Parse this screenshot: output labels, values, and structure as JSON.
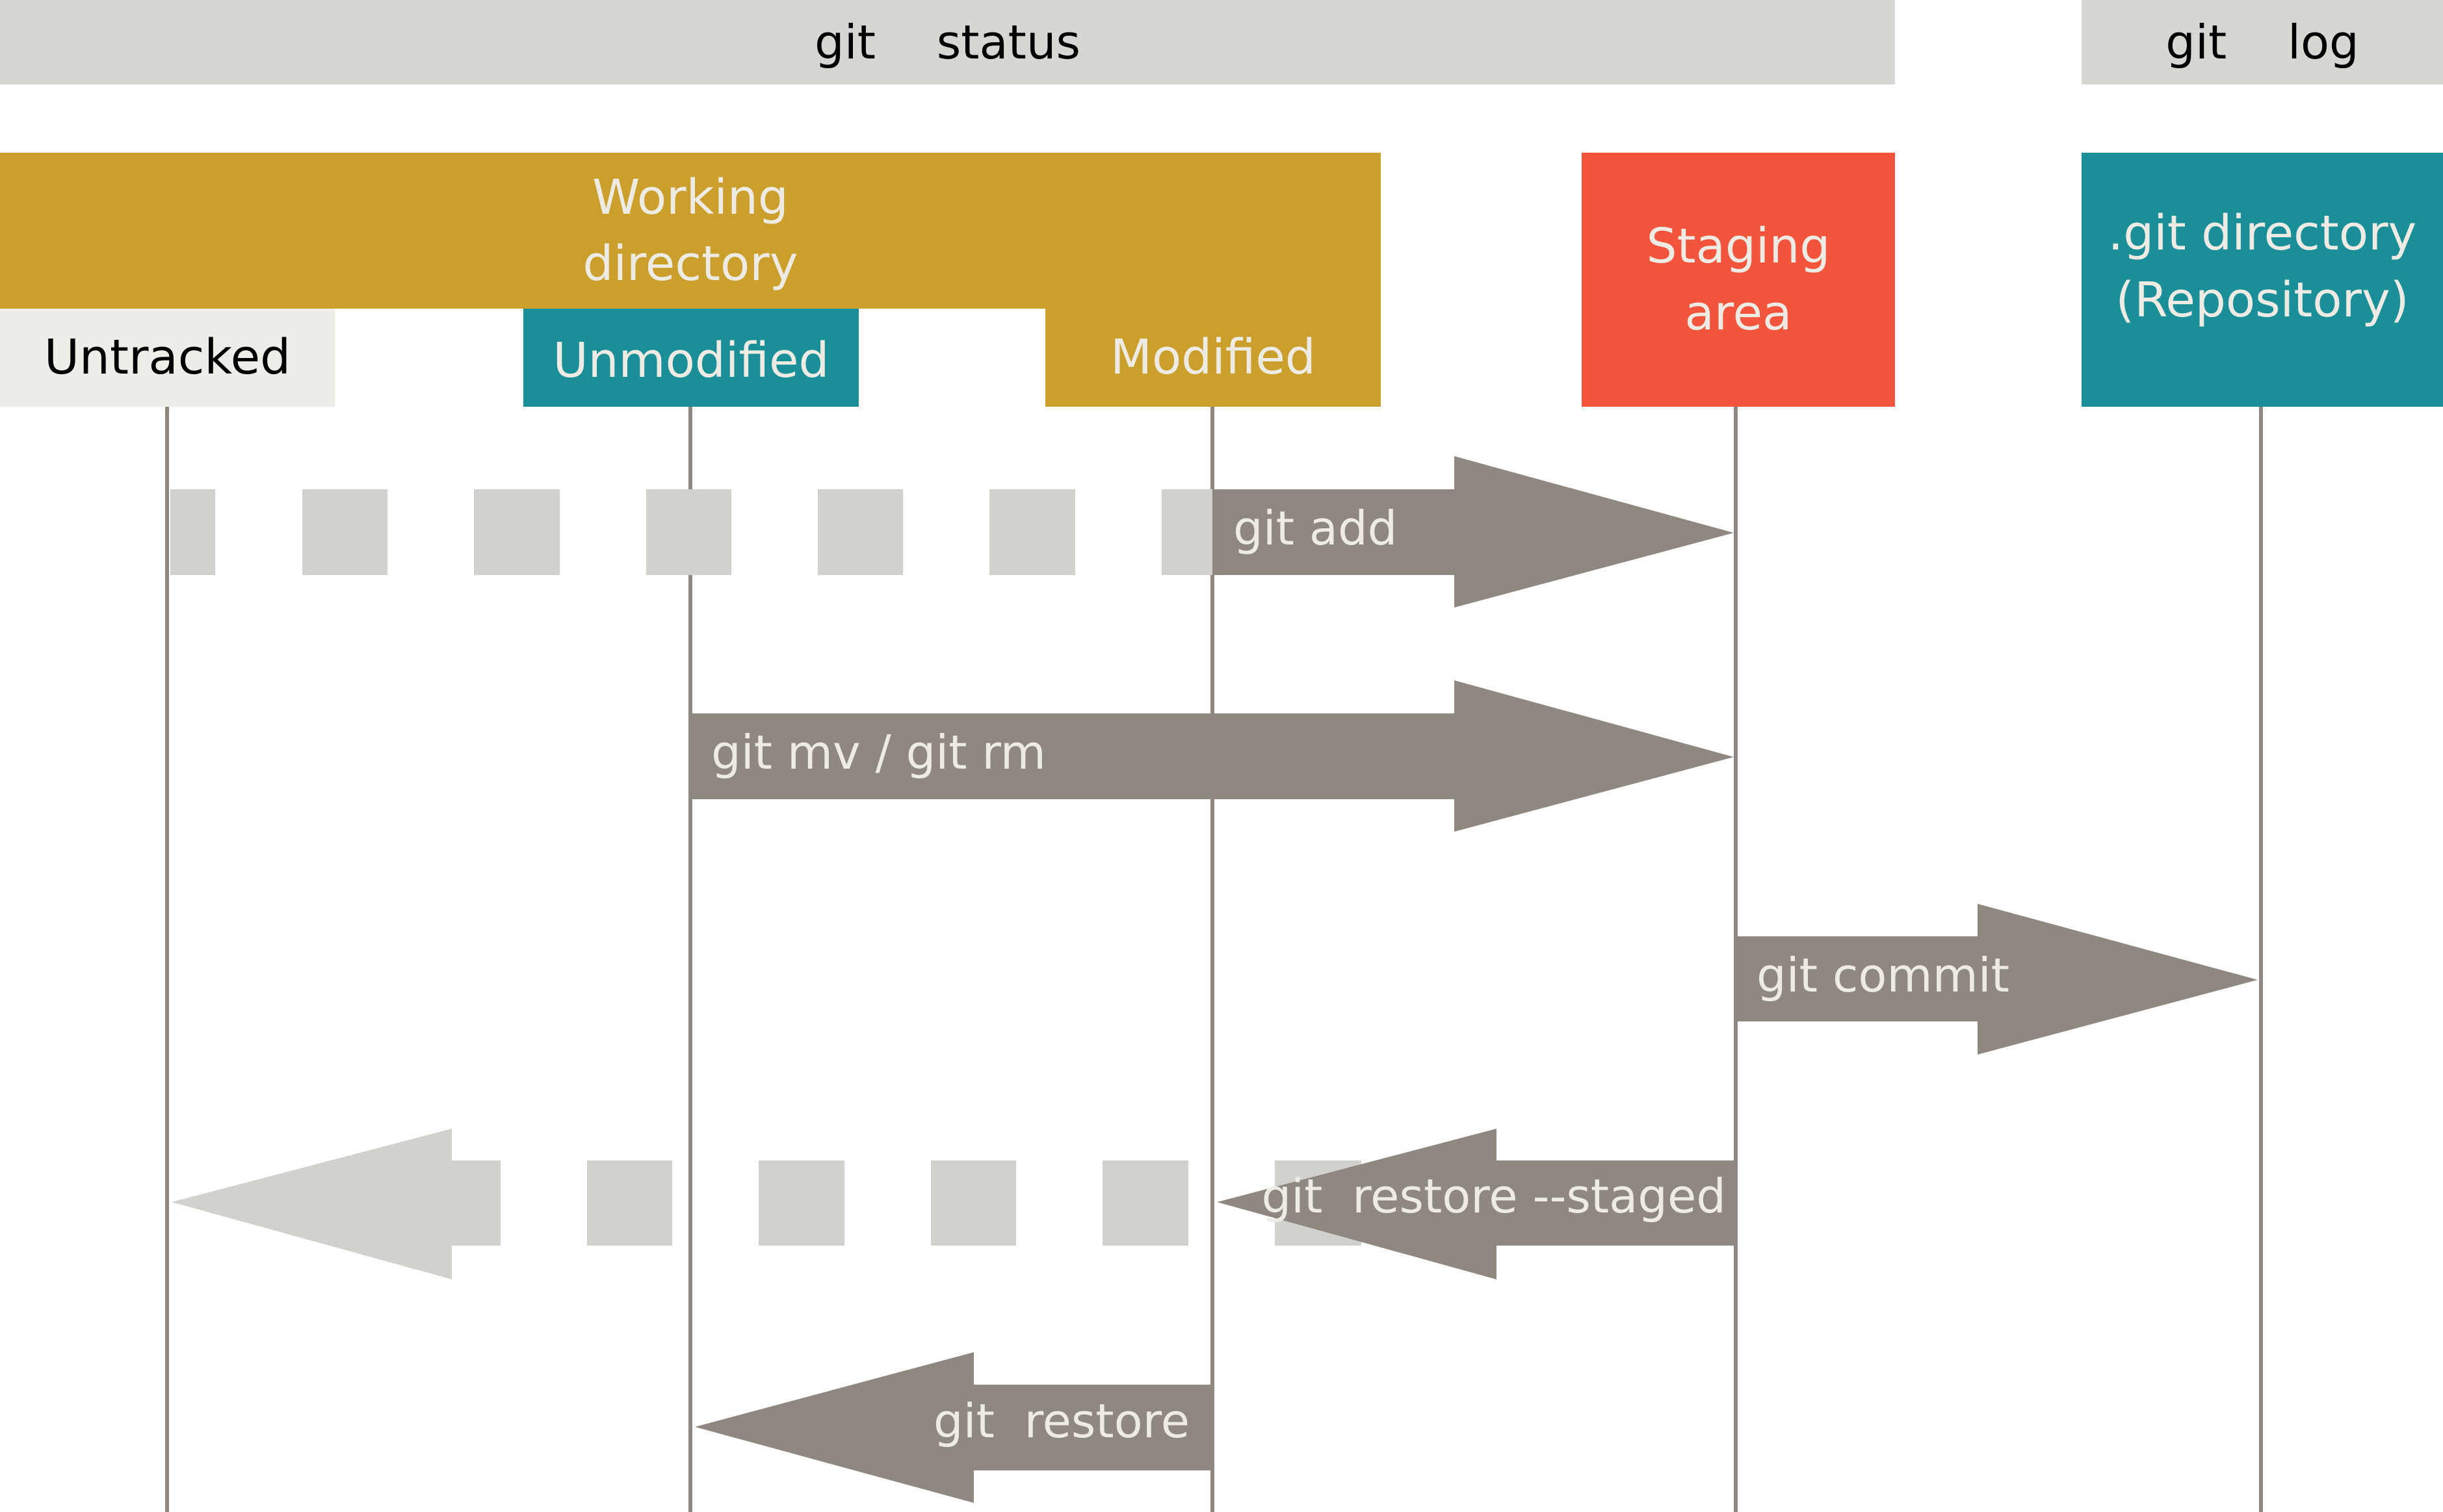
{
  "colors": {
    "band": "#d7d6d3",
    "working_directory": "#ca9f2b",
    "untracked": "#eeede7",
    "unmodified": "#1a8f98",
    "modified": "#ca9f2b",
    "staging": "#f2553b",
    "repository": "#1a8f98",
    "arrow": "#8f8880",
    "arrow_dashed": "#d2d1cd",
    "lifeline": "#8f8880",
    "label_light": "#edebe4",
    "label_dark": "#000000"
  },
  "header": {
    "git_status": "git  status",
    "git_log": "git  log"
  },
  "states": {
    "working_directory": [
      "Working",
      "directory"
    ],
    "untracked": "Untracked",
    "unmodified": "Unmodified",
    "modified": "Modified",
    "staging": [
      "Staging",
      "area"
    ],
    "repository": [
      ".git directory",
      "(Repository)"
    ]
  },
  "commands": [
    {
      "id": "git-add",
      "label": "git add",
      "from": "untracked",
      "to": "staging",
      "direction": "right",
      "dashed_from": "untracked",
      "solid_from": "modified"
    },
    {
      "id": "git-mv-rm",
      "label": "git mv / git rm",
      "from": "unmodified",
      "to": "staging",
      "direction": "right"
    },
    {
      "id": "git-commit",
      "label": "git commit",
      "from": "staging",
      "to": "repository",
      "direction": "right"
    },
    {
      "id": "git-restore-staged",
      "label": "git  restore --staged",
      "from": "staging",
      "to": "modified",
      "direction": "left",
      "dashed_to": "untracked"
    },
    {
      "id": "git-restore",
      "label": "git  restore",
      "from": "modified",
      "to": "unmodified",
      "direction": "left"
    }
  ]
}
